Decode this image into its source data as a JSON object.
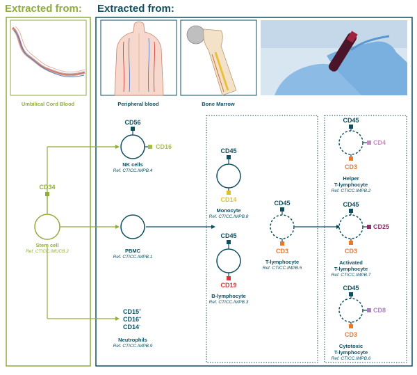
{
  "headers": {
    "left": "Extracted from:",
    "right": "Extracted from:"
  },
  "sources": {
    "cord": "Umbilical Cord Blood",
    "peripheral": "Peripheral blood",
    "marrow": "Bone Marrow"
  },
  "cells": {
    "stem": {
      "name": "Stem cell",
      "ref": "Ref. CTICC.IMUCB.2",
      "marker": "CD34"
    },
    "nk": {
      "name": "NK cells",
      "ref": "Ref. CTICC.IMPB.4",
      "marker_top": "CD56",
      "marker_right": "CD16"
    },
    "pbmc": {
      "name": "PBMC",
      "ref": "Ref. CTICC.IMPB.1"
    },
    "neutrophils": {
      "name": "Neutrophils",
      "ref": "Ref. CTICC.IMPB.9",
      "m1": "CD15",
      "m2": "CD16",
      "m3": "CD14",
      "s1": "+",
      "s2": "+",
      "s3": "-"
    },
    "monocyte": {
      "name": "Monocyte",
      "ref": "Ref. CTICC.IMPB.8",
      "marker_top": "CD45",
      "marker_bottom": "CD14"
    },
    "blymph": {
      "name": "B-lymphocyte",
      "ref": "Ref. CTICC.IMPB.3",
      "marker_top": "CD45",
      "marker_bottom": "CD19"
    },
    "tlymph": {
      "name": "T-lymphocyte",
      "ref": "Ref. CTICC.IMPB.5",
      "marker_top": "CD45",
      "marker_bottom": "CD3"
    },
    "helper": {
      "name1": "Helper",
      "name2": "T-lymphocyte",
      "ref": "Ref. CTICC.IMPB.2",
      "marker_top": "CD45",
      "marker_right": "CD4",
      "marker_bottom": "CD3"
    },
    "activated": {
      "name1": "Activated",
      "name2": "T-lymphocyte",
      "ref": "Ref. CTICC.IMPB.7",
      "marker_top": "CD45",
      "marker_right": "CD25",
      "marker_bottom": "CD3"
    },
    "cytotoxic": {
      "name1": "Cytotoxic",
      "name2": "T-lymphocyte",
      "ref": "Ref. CTICC.IMPB.6",
      "marker_top": "CD45",
      "marker_right": "CD8",
      "marker_bottom": "CD3"
    }
  },
  "colors": {
    "teal": "#0f4e5f",
    "green": "#8fac3c",
    "cd14_yellow": "#e3bf2c",
    "cd19_red": "#e0323d",
    "cd3_orange": "#e8782e",
    "cd4_pink": "#c58cc1",
    "cd25_purple": "#8c2f6a",
    "cd8_lilac": "#a97fbf"
  }
}
